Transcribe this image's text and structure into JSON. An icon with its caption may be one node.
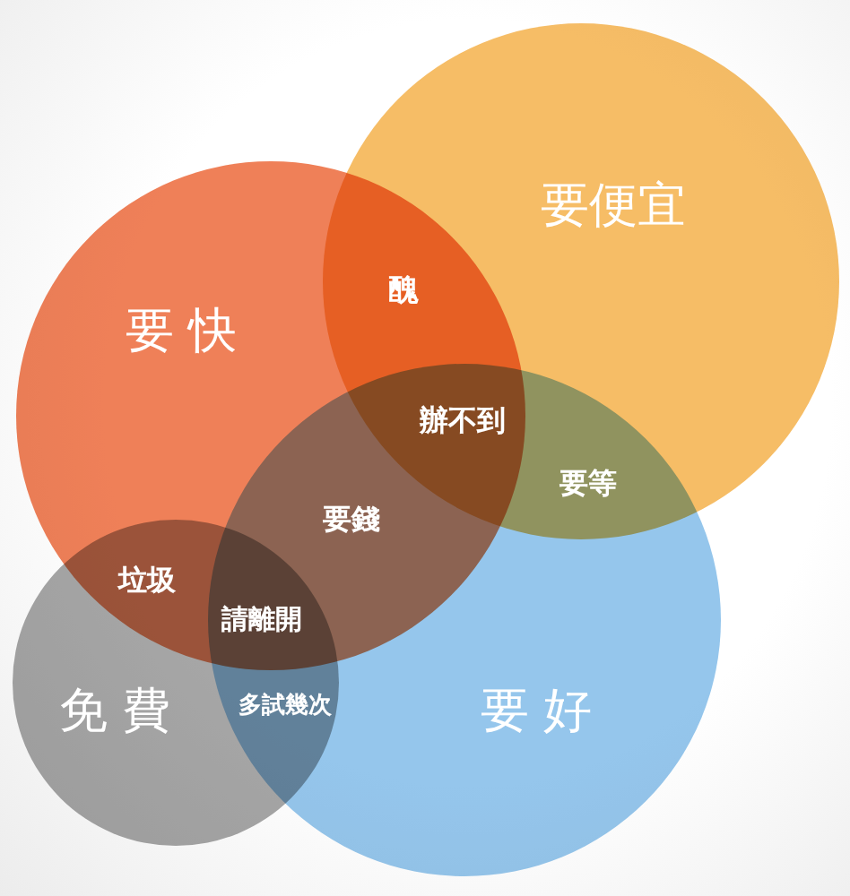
{
  "diagram": {
    "nodes": [
      {
        "text": [
          "要便宜"
        ]
      },
      {
        "text": [
          "要快"
        ]
      },
      {
        "text": [
          "免費"
        ]
      },
      {
        "text": [
          "要好"
        ]
      }
    ],
    "labels": [
      "醜",
      "辦不到",
      "要等",
      "要錢",
      "垃圾",
      "請離開",
      "多試幾次"
    ]
  }
}
